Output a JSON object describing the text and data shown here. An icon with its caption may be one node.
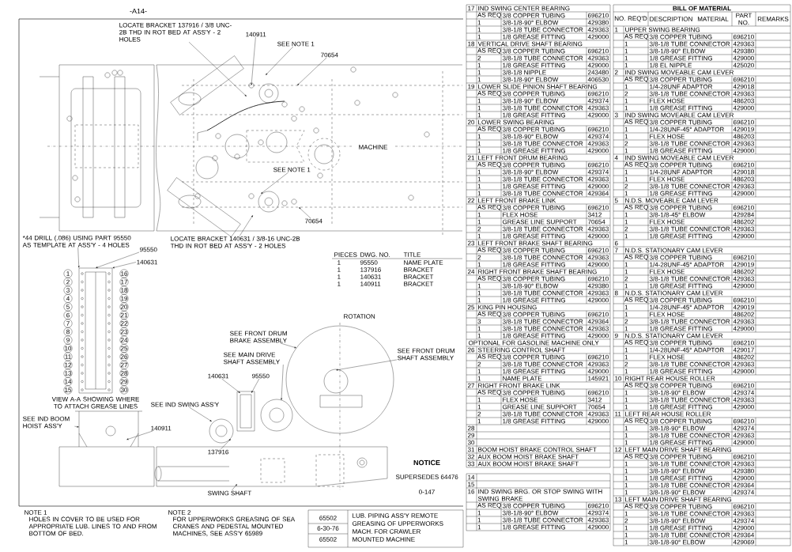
{
  "diagram": {
    "nodes": [
      {
        "text": [
          "LOCATE BRACKET 137916 / 3/8 UNC-2B THD IN ROT BED AT ASS'Y - 2 HOLES"
        ]
      },
      {
        "text": [
          "140911"
        ]
      },
      {
        "text": [
          "SEE NOTE 1"
        ]
      },
      {
        "text": [
          "70654"
        ]
      },
      {
        "text": [
          "SEE NOTE 1"
        ]
      },
      {
        "text": [
          "LOCATE BRACKET 140631 / 3/8-16 UNC-2B THD IN ROT BED AT ASS'Y - 2 HOLES"
        ]
      },
      {
        "text": [
          "70654"
        ]
      },
      {
        "text": [
          "*44 DRILL (.086) USING PART 95550 AS TEMPLATE AT ASS'Y - 4 HOLES"
        ]
      },
      {
        "text": [
          "140631"
        ]
      },
      {
        "text": [
          "95550"
        ]
      },
      {
        "text": [
          "SEE FRONT DRUM BRAKE ASSEMBLY"
        ]
      },
      {
        "text": [
          "SEE FRONT DRUM SHAFT ASSEMBLY"
        ]
      },
      {
        "text": [
          "SEE MAIN DRIVE SHAFT ASSEMBLY"
        ]
      },
      {
        "text": [
          "140631"
        ]
      },
      {
        "text": [
          "95550"
        ]
      },
      {
        "text": [
          "SEE IND SWING ASS'Y"
        ]
      },
      {
        "text": [
          "SEE IND BOOM HOIST ASS'Y"
        ]
      },
      {
        "text": [
          "140911"
        ]
      },
      {
        "text": [
          "137916"
        ]
      },
      {
        "text": [
          "SWING SHAFT"
        ]
      },
      {
        "text": [],
        "shape": "box",
        "beside": [
          "VIEW A-A SHOWING WHERE TO ATTACH GREASE LINES"
        ]
      }
    ],
    "edges": [
      {
        "from": 0,
        "to": null,
        "arrow": "to"
      },
      {
        "from": 1,
        "to": null,
        "arrow": "to"
      },
      {
        "from": 2,
        "to": null,
        "arrow": "to"
      },
      {
        "from": 3,
        "to": null,
        "arrow": "to"
      },
      {
        "from": 4,
        "to": null,
        "arrow": "to"
      },
      {
        "from": 5,
        "to": null,
        "arrow": "to"
      },
      {
        "from": 6,
        "to": null,
        "arrow": "to"
      },
      {
        "from": 7,
        "to": 20,
        "arrow": "to"
      },
      {
        "from": 8,
        "to": 20,
        "arrow": "to"
      },
      {
        "from": 9,
        "to": 20,
        "arrow": "to"
      },
      {
        "from": 10,
        "to": null,
        "arrow": "to"
      },
      {
        "from": 11,
        "to": null,
        "arrow": "to"
      },
      {
        "from": 12,
        "to": null,
        "arrow": "to"
      },
      {
        "from": 13,
        "to": null,
        "arrow": "to"
      },
      {
        "from": 14,
        "to": null,
        "arrow": "to"
      },
      {
        "from": 15,
        "to": null,
        "arrow": "to"
      },
      {
        "from": 16,
        "to": null,
        "arrow": "to"
      },
      {
        "from": 17,
        "to": null,
        "arrow": "to"
      },
      {
        "from": 18,
        "to": null,
        "arrow": "to"
      },
      {
        "from": 19,
        "to": null,
        "arrow": "to"
      }
    ],
    "labels": [
      "-A14-",
      "MACHINE",
      "ROTATION",
      "1",
      "2",
      "3",
      "4",
      "5",
      "6",
      "7",
      "8",
      "9",
      "10",
      "11",
      "12",
      "13",
      "14",
      "15",
      "16",
      "17",
      "18",
      "19",
      "20",
      "21",
      "22",
      "23",
      "24",
      "25",
      "26",
      "27",
      "28",
      "29",
      "30",
      "PIECES",
      "DWG. NO.",
      "TITLE",
      "1",
      "95550",
      "NAME PLATE",
      "1",
      "137916",
      "BRACKET",
      "1",
      "140631",
      "BRACKET",
      "1",
      "140911",
      "BRACKET",
      "NOTE 1",
      "HOLES IN COVER TO BE USED FOR APPROPRIATE LUB. LINES TO AND FROM BOTTOM OF BED.",
      "NOTE 2",
      "FOR UPPERWORKS GREASING OF SEA CRANES AND PEDESTAL MOUNTED MACHINES, SEE ASS'Y 65989",
      "17",
      "IND SWING CENTER BEARING",
      "AS REQ",
      "3/8 COPPER TUBING",
      "696210",
      "1",
      "3/8-1/8-90° ELBOW",
      "429380",
      "1",
      "3/8-1/8 TUBE CONNECTOR",
      "429363",
      "1",
      "1/8 GREASE FITTING",
      "429000",
      "18",
      "VERTICAL DRIVE SHAFT BEARING",
      "AS REQ",
      "3/8 COPPER TUBING",
      "696210",
      "2",
      "3/8-1/8 TUBE CONNECTOR",
      "429363",
      "1",
      "1/8 GREASE FITTING",
      "429000",
      "1",
      "3/8-1/8 NIPPLE",
      "243480",
      "1",
      "3/8-1/8-90° ELBOW",
      "406530",
      "19",
      "LOWER SLIDE PINION SHAFT BEARING",
      "AS REQ",
      "3/8 COPPER TUBING",
      "696210",
      "1",
      "3/8-1/8-90° ELBOW",
      "429374",
      "1",
      "3/8-1/8 TUBE CONNECTOR",
      "429363",
      "1",
      "1/8 GREASE FITTING",
      "429000",
      "20",
      "LOWER SWING BEARING",
      "AS REQ",
      "3/8 COPPER TUBING",
      "696210",
      "1",
      "3/8-1/8-90° ELBOW",
      "429374",
      "1",
      "3/8-1/8 TUBE CONNECTOR",
      "429363",
      "1",
      "1/8 GREASE FITTING",
      "429000",
      "21",
      "LEFT FRONT DRUM BEARING",
      "AS REQ",
      "3/8 COPPER TUBING",
      "696210",
      "1",
      "3/8-1/8-90° ELBOW",
      "429374",
      "1",
      "3/8-1/8 TUBE CONNECTOR",
      "429363",
      "1",
      "1/8 GREASE FITTING",
      "429000",
      "1",
      "3/8-1/8 TUBE CONNECTOR",
      "429364",
      "22",
      "LEFT FRONT BRAKE LINK",
      "AS REQ",
      "3/8 COPPER TUBING",
      "696210",
      "1",
      "FLEX HOSE",
      "3412",
      "1",
      "GREASE LINE SUPPORT",
      "70654",
      "2",
      "3/8-1/8 TUBE CONNECTOR",
      "429363",
      "1",
      "1/8 GREASE FITTING",
      "429000",
      "23",
      "LEFT FRONT BRAKE SHAFT BEARING",
      "AS REQ",
      "3/8 COPPER TUBING",
      "696210",
      "2",
      "3/8-1/8 TUBE CONNECTOR",
      "429363",
      "1",
      "1/8 GREASE FITTING",
      "429000",
      "24",
      "RIGHT FRONT BRAKE SHAFT BEARING",
      "AS REQ",
      "3/8 COPPER TUBING",
      "696210",
      "1",
      "3/8-1/8-90° ELBOW",
      "429380",
      "1",
      "3/8-1/8 TUBE CONNECTOR",
      "429363",
      "1",
      "1/8 GREASE FITTING",
      "429000",
      "25",
      "KING PIN HOUSING",
      "AS REQ",
      "3/8 COPPER TUBING",
      "696210",
      "3",
      "3/8-1/8 TUBE CONNECTOR",
      "429364",
      "1",
      "3/8-1/8 TUBE CONNECTOR",
      "429363",
      "1",
      "1/8 GREASE FITTING",
      "429000",
      "OPTIONAL FOR GASOLINE MACHINE ONLY",
      "26",
      "STEERING CONTROL SHAFT",
      "AS REQ",
      "3/8 COPPER TUBING",
      "696210",
      "2",
      "3/8-1/8 TUBE CONNECTOR",
      "429363",
      "1",
      "1/8 GREASE FITTING",
      "429000",
      "1",
      "NAME PLATE",
      "145921",
      "27",
      "RIGHT FRONT BRAKE LINK",
      "AS REQ",
      "3/8 COPPER TUBING",
      "696210",
      "1",
      "FLEX HOSE",
      "3412",
      "1",
      "GREASE LINE SUPPORT",
      "70654",
      "2",
      "3/8-1/8 TUBE CONNECTOR",
      "429363",
      "1",
      "1/8 GREASE FITTING",
      "429000",
      "28",
      "29",
      "30",
      "31",
      "BOOM HOIST BRAKE CONTROL SHAFT",
      "32",
      "AUX BOOM HOIST BRAKE SHAFT",
      "33",
      "AUX BOOM HOIST BRAKE SHAFT",
      "BILL OF MATERIAL",
      "NO. REQ'D",
      "DESCRIPTION",
      "MATERIAL",
      "PART NO.",
      "REMARKS",
      "1",
      "UPPER SWING BEARING",
      "AS REQ",
      "3/8 COPPER TUBING",
      "696210",
      "1",
      "3/8-1/8 TUBE CONNECTOR",
      "429363",
      "1",
      "3/8-1/8-90° ELBOW",
      "429380",
      "1",
      "1/8 GREASE FITTING",
      "429000",
      "1",
      "1/8 EL NIPPLE",
      "425020",
      "2",
      "IND SWING MOVEABLE CAM LEVER",
      "AS REQ",
      "3/8 COPPER TUBING",
      "696210",
      "1",
      "1/4-28UNF ADAPTOR",
      "429018",
      "2",
      "3/8-1/8 TUBE CONNECTOR",
      "429363",
      "1",
      "FLEX HOSE",
      "486203",
      "1",
      "1/8 GREASE FITTING",
      "429000",
      "3",
      "IND SWING MOVEABLE CAM LEVER",
      "AS REQ",
      "3/8 COPPER TUBING",
      "696210",
      "1",
      "1/4-28UNF-45° ADAPTOR",
      "429019",
      "1",
      "FLEX HOSE",
      "486203",
      "2",
      "3/8-1/8 TUBE CONNECTOR",
      "429363",
      "1",
      "1/8 GREASE FITTING",
      "429000",
      "4",
      "IND SWING MOVEABLE CAM LEVER",
      "AS REQ",
      "3/8 COPPER TUBING",
      "696210",
      "1",
      "1/4-28UNF ADAPTOR",
      "429018",
      "1",
      "FLEX HOSE",
      "486203",
      "2",
      "3/8-1/8 TUBE CONNECTOR",
      "429363",
      "1",
      "1/8 GREASE FITTING",
      "429000",
      "5",
      "N.D.S. MOVEABLE CAM LEVER",
      "AS REQ",
      "3/8 COPPER TUBING",
      "696210",
      "1",
      "3/8-1/8-45° ELBOW",
      "429284",
      "1",
      "FLEX HOSE",
      "486202",
      "2",
      "3/8-1/8 TUBE CONNECTOR",
      "429363",
      "1",
      "1/8 GREASE FITTING",
      "429000",
      "6",
      "7",
      "N.D.S. STATIONARY CAM LEVER",
      "AS REQ",
      "3/8 COPPER TUBING",
      "696210",
      "1",
      "1/4-28UNF-45° ADAPTOR",
      "429019",
      "1",
      "FLEX HOSE",
      "486202",
      "2",
      "3/8-1/8 TUBE CONNECTOR",
      "429363",
      "1",
      "1/8 GREASE FITTING",
      "429000",
      "8",
      "N.D.S. STATIONARY CAM LEVER",
      "AS REQ",
      "3/8 COPPER TUBING",
      "696210",
      "1",
      "1/4-28UNF-45° ADAPTOR",
      "429019",
      "1",
      "FLEX HOSE",
      "486202",
      "2",
      "3/8-1/8 TUBE CONNECTOR",
      "429363",
      "1",
      "1/8 GREASE FITTING",
      "429000",
      "9",
      "N.D.S. STATIONARY CAM LEVER",
      "AS REQ",
      "3/8 COPPER TUBING",
      "696210",
      "1",
      "1/4-28UNF-45° ADAPTOR",
      "429017",
      "1",
      "FLEX HOSE",
      "486202",
      "2",
      "3/8-1/8 TUBE CONNECTOR",
      "429363",
      "1",
      "1/8 GREASE FITTING",
      "429000",
      "10",
      "RIGHT REAR HOUSE ROLLER",
      "AS REQ",
      "3/8 COPPER TUBING",
      "696210",
      "1",
      "3/8-1/8-90° ELBOW",
      "429374",
      "1",
      "3/8-1/8 TUBE CONNECTOR",
      "429363",
      "1",
      "1/8 GREASE FITTING",
      "429000",
      "11",
      "LEFT REAR HOUSE ROLLER",
      "AS REQ",
      "3/8 COPPER TUBING",
      "696210",
      "1",
      "3/8-1/8-90° ELBOW",
      "429374",
      "1",
      "3/8-1/8 TUBE CONNECTOR",
      "429363",
      "1",
      "1/8 GREASE FITTING",
      "429000",
      "12",
      "LEFT MAIN DRIVE SHAFT BEARING",
      "AS REQ",
      "3/8 COPPER TUBING",
      "696210",
      "1",
      "3/8-1/8 TUBE CONNECTOR",
      "429363",
      "1",
      "3/8-1/8-90° ELBOW",
      "429380",
      "1",
      "1/8 GREASE FITTING",
      "429000",
      "1",
      "3/8-1/8 TUBE CONNECTOR",
      "429364",
      "1",
      "3/8-1/8-90° ELBOW",
      "429374",
      "13",
      "LEFT MAIN DRIVE SHAFT BEARING",
      "AS REQ",
      "3/8 COPPER TUBING",
      "696210",
      "1",
      "3/8-1/8 TUBE CONNECTOR",
      "429363",
      "2",
      "3/8-1/8-90° ELBOW",
      "429374",
      "1",
      "1/8 GREASE FITTING",
      "429000",
      "1",
      "3/8-1/8 TUBE CONNECTOR",
      "429364",
      "1",
      "3/8-1/8-90° ELBOW",
      "429069",
      "14",
      "15",
      "16",
      "IND SWING BRG. OR STOP SWING WITH SWING BRAKE",
      "AS REQ",
      "3/8 COPPER TUBING",
      "696210",
      "1",
      "3/8-1/8-90° ELBOW",
      "429374",
      "1",
      "3/8-1/8 TUBE CONNECTOR",
      "429363",
      "1",
      "1/8 GREASE FITTING",
      "429000",
      "NOTICE",
      "SUPERSEDES 64476",
      "LUB. PIPING ASS'Y REMOTE",
      "GREASING OF UPPERWORKS",
      "MACH. FOR CRAWLER",
      "MOUNTED MACHINE",
      "65502",
      "6-30-76",
      "65502",
      "0-147"
    ]
  }
}
